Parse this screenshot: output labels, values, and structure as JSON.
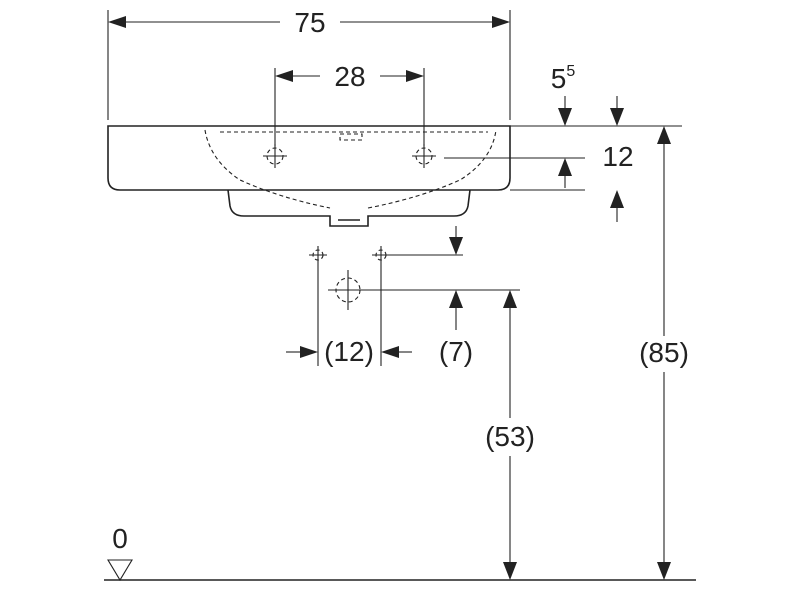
{
  "diagram": {
    "dimensions": {
      "overall_width": "75",
      "tap_hole_spacing": "28",
      "rim_offset_base": "5",
      "rim_offset_sup": "5",
      "rim_height": "12",
      "fixing_spacing": "(12)",
      "waste_offset": "(7)",
      "waste_height": "(53)",
      "total_height": "(85)",
      "floor_level": "0"
    },
    "colors": {
      "line": "#222222",
      "background": "#ffffff"
    }
  }
}
